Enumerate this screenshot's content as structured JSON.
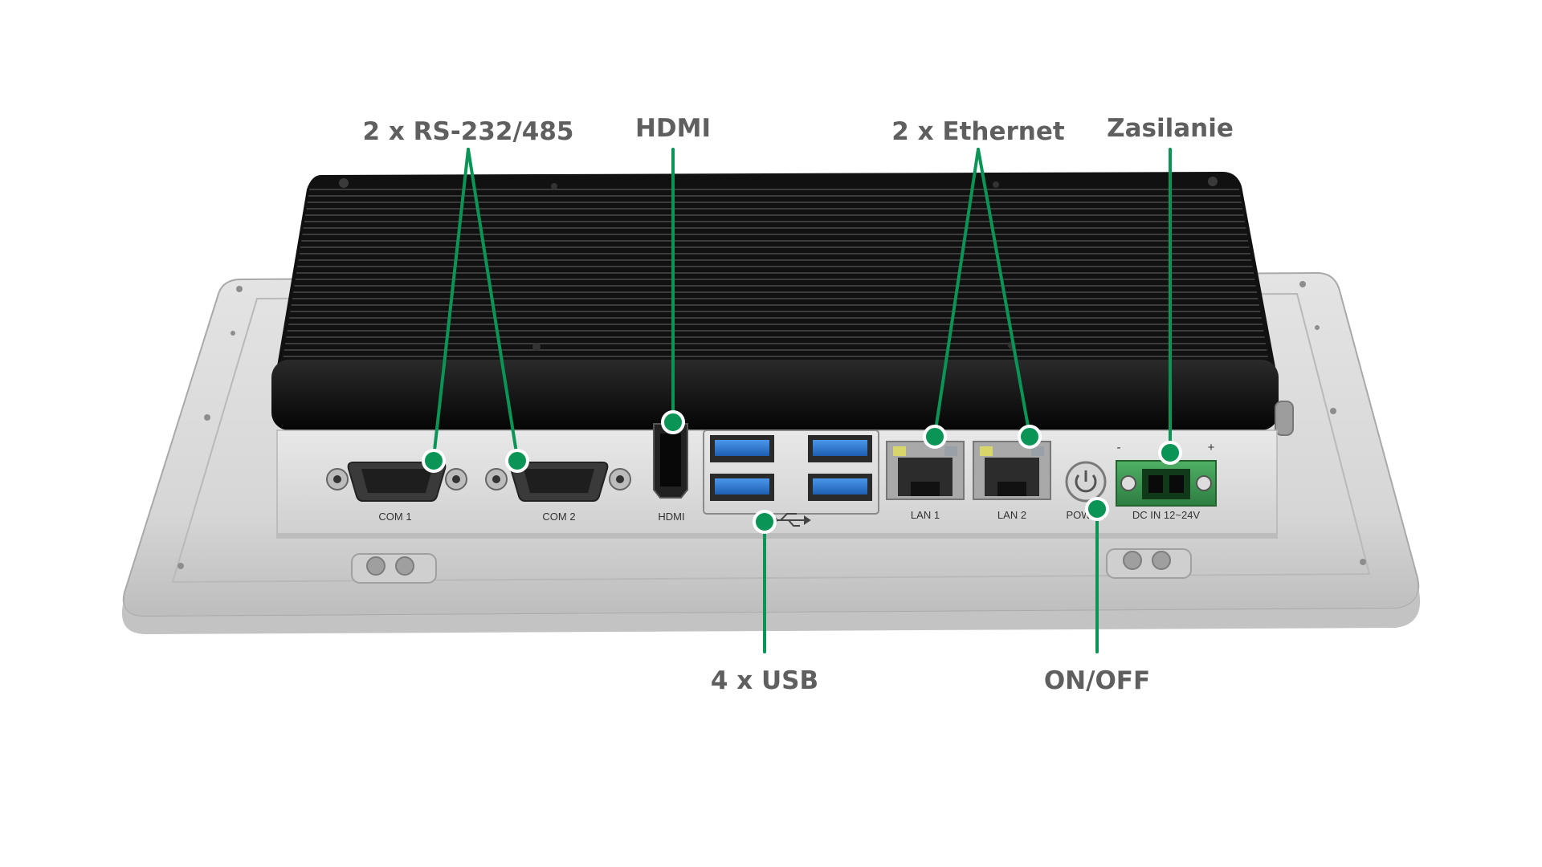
{
  "colors": {
    "accent": "#0a9455",
    "callout_text": "#5f5f5f",
    "heatsink": "#1a1a1a",
    "chassis": "#dedede",
    "usb_blue": "#2f7ed8",
    "terminal_green": "#3b9a52"
  },
  "callouts": {
    "serial": "2 x RS-232/485",
    "hdmi": "HDMI",
    "ethernet": "2 x Ethernet",
    "power_supply": "Zasilanie",
    "usb": "4 x USB",
    "on_off": "ON/OFF"
  },
  "port_labels": {
    "com1": "COM 1",
    "com2": "COM 2",
    "hdmi": "HDMI",
    "lan1": "LAN 1",
    "lan2": "LAN 2",
    "power": "POWER",
    "dc_in": "DC IN 12~24V",
    "minus": "-",
    "plus": "+"
  },
  "icons": {
    "usb_logo": "usb-trident-icon",
    "power_button": "power-icon"
  }
}
